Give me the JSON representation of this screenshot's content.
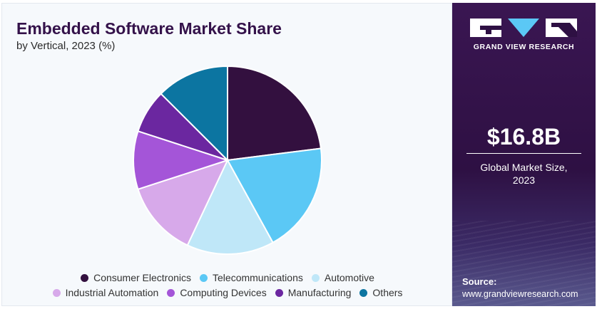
{
  "header": {
    "title": "Embedded Software Market Share",
    "subtitle": "by Vertical, 2023 (%)"
  },
  "chart_data": {
    "type": "pie",
    "title": "Embedded Software Market Share",
    "subtitle": "by Vertical, 2023 (%)",
    "categories": [
      "Consumer Electronics",
      "Telecommunications",
      "Automotive",
      "Industrial Automation",
      "Computing Devices",
      "Manufacturing",
      "Others"
    ],
    "values": [
      23,
      19,
      15,
      13,
      10,
      7.5,
      12.5
    ],
    "colors": [
      "#33103f",
      "#5bc8f5",
      "#bfe7f8",
      "#d7a9ea",
      "#a455d8",
      "#6b27a0",
      "#0c75a1"
    ],
    "legend_position": "bottom",
    "start_angle_deg": 0,
    "direction": "clockwise"
  },
  "sidebar": {
    "brand": "GRAND VIEW RESEARCH",
    "kpi_value": "$16.8B",
    "kpi_label_line1": "Global Market Size,",
    "kpi_label_line2": "2023",
    "source_label": "Source:",
    "source_url": "www.grandviewresearch.com"
  },
  "colors": {
    "title": "#34124a",
    "panel_bg": "#f6f9fc",
    "sidebar_bg": "#2e1043"
  }
}
